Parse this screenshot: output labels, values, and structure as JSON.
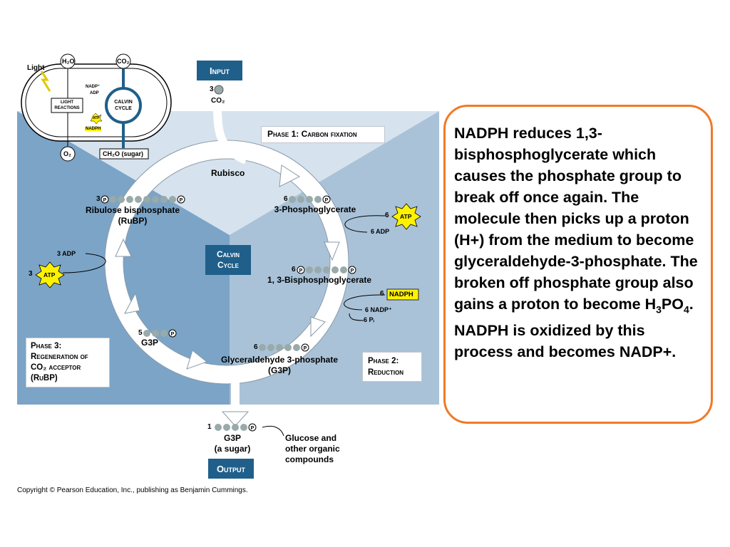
{
  "inset": {
    "light": "Light",
    "h2o": "H₂O",
    "co2": "CO₂",
    "nadp": "NADP⁺",
    "adp": "ADP",
    "light_reactions": "LIGHT REACTIONS",
    "calvin_cycle": "CALVIN CYCLE",
    "atp": "ATP",
    "nadph": "NADPH",
    "o2": "O₂",
    "sugar": "CH₂O (sugar)"
  },
  "input": {
    "title": "Input",
    "count": "3",
    "molecule": "CO₂"
  },
  "phase1": "Phase 1: Carbon fixation",
  "phase2": {
    "line1": "Phase 2:",
    "line2": "Reduction"
  },
  "phase3": {
    "line1": "Phase 3:",
    "line2": "Regeneration of",
    "line3": "CO₂ acceptor",
    "line4": "(RuBP)"
  },
  "center": {
    "line1": "Calvin",
    "line2": "Cycle"
  },
  "rubisco": "Rubisco",
  "molecules": {
    "rubp": {
      "count": "3",
      "name": "Ribulose bisphosphate",
      "abbr": "(RuBP)"
    },
    "pga": {
      "count": "6",
      "name": "3-Phosphoglycerate"
    },
    "bpg": {
      "count": "6",
      "name": "1, 3-Bisphosphoglycerate"
    },
    "g3p6": {
      "count": "6",
      "name": "Glyceraldehyde 3-phosphate",
      "abbr": "(G3P)"
    },
    "g3p5": {
      "count": "5",
      "name": "G3P"
    },
    "g3p1": {
      "count": "1",
      "name": "G3P",
      "sub": "(a sugar)"
    }
  },
  "energy": {
    "atp6_count": "6",
    "atp": "ATP",
    "adp6": "6 ADP",
    "nadph6_count": "6",
    "nadph": "NADPH",
    "nadp6": "6 NADP⁺",
    "pi6": "6 Pᵢ",
    "adp3": "3 ADP",
    "atp3_count": "3"
  },
  "outputs": {
    "glucose_line1": "Glucose and",
    "glucose_line2": "other organic",
    "glucose_line3": "compounds"
  },
  "output_title": "Output",
  "phosphate_symbol": "P",
  "copyright": "Copyright © Pearson Education, Inc., publishing as Benjamin Cummings.",
  "callout": {
    "text_before_formula": "NADPH reduces 1,3-bisphosphoglycerate which causes the phosphate group to break off once again.  The molecule then picks up a proton (H+) from the medium to become glyceraldehyde-3-phosphate.  The broken off phosphate group also gains a proton to become ",
    "formula": {
      "h": "H",
      "h_sub": "3",
      "po": "PO",
      "po_sub": "4"
    },
    "text_after_formula": ".  NADPH is oxidized by this process and becomes NADP+."
  },
  "colors": {
    "dark_blue": "#1f5f8a",
    "mid_blue": "#7ba4c7",
    "light_blue": "#d6e3ee",
    "orange": "#f07a28",
    "atp_yellow": "#fff200"
  }
}
